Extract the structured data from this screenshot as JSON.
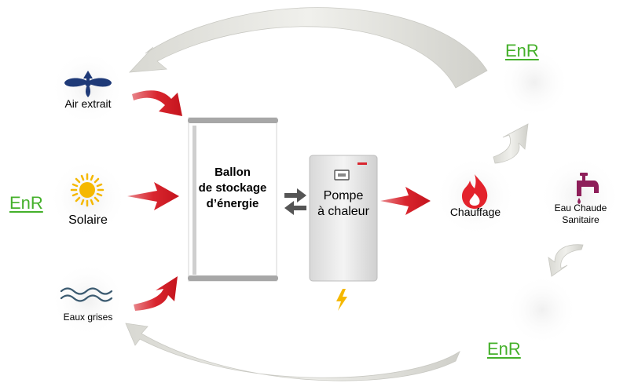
{
  "sources": {
    "air": {
      "label": "Air extrait",
      "icon": "fan-icon"
    },
    "solar": {
      "label": "Solaire",
      "icon": "sun-icon"
    },
    "grey_water": {
      "label": "Eaux grises",
      "icon": "waves-icon"
    }
  },
  "storage": {
    "line1": "Ballon",
    "line2": "de stockage",
    "line3": "d’énergie"
  },
  "heat_pump": {
    "line1": "Pompe",
    "line2": "à chaleur"
  },
  "outputs": {
    "heating": {
      "label": "Chauffage",
      "icon": "flame-icon"
    },
    "hot_water": {
      "line1": "Eau Chaude",
      "line2": "Sanitaire",
      "icon": "faucet-icon"
    }
  },
  "enr": {
    "left": "EnR",
    "top_right": "EnR",
    "bottom_right": "EnR"
  },
  "electricity_icon": "lightning-icon",
  "colors": {
    "red_arrow": "#d9252e",
    "enr_green": "#44b02a",
    "navy": "#1f3a78",
    "sun": "#f5b800",
    "magenta": "#8e1f5a",
    "grey_arrow": "#e8e8e3"
  }
}
